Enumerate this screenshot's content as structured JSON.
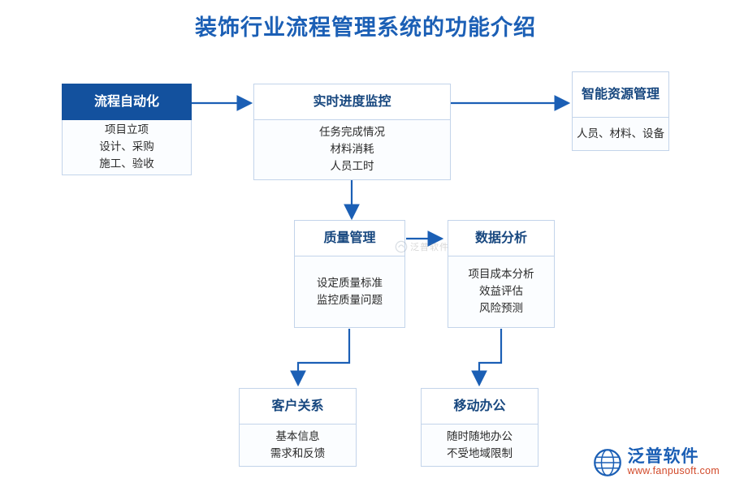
{
  "title": "装饰行业流程管理系统的功能介绍",
  "colors": {
    "accent": "#1b5fb5",
    "node_fill": "#13519e",
    "node_border": "#c3d4ea",
    "arrow": "#1b5fb5",
    "body_text": "#2a2a2a",
    "logo_url": "#d24a2a"
  },
  "nodes": [
    {
      "id": "process-automation",
      "header": "流程自动化",
      "filled": true,
      "items": [
        "项目立项",
        "设计、采购",
        "施工、验收"
      ]
    },
    {
      "id": "progress-monitor",
      "header": "实时进度监控",
      "filled": false,
      "items": [
        "任务完成情况",
        "材料消耗",
        "人员工时"
      ]
    },
    {
      "id": "resource-management",
      "header": "智能资源管理",
      "filled": false,
      "items": [
        "人员、材料、设备"
      ]
    },
    {
      "id": "quality-management",
      "header": "质量管理",
      "filled": false,
      "items": [
        "设定质量标准",
        "监控质量问题"
      ]
    },
    {
      "id": "data-analysis",
      "header": "数据分析",
      "filled": false,
      "items": [
        "项目成本分析",
        "效益评估",
        "风险预测"
      ]
    },
    {
      "id": "customer-relations",
      "header": "客户关系",
      "filled": false,
      "items": [
        "基本信息",
        "需求和反馈"
      ]
    },
    {
      "id": "mobile-office",
      "header": "移动办公",
      "filled": false,
      "items": [
        "随时随地办公",
        "不受地域限制"
      ]
    }
  ],
  "watermark": {
    "text": "泛普软件"
  },
  "logo": {
    "name": "泛普软件",
    "url": "www.fanpusoft.com"
  }
}
